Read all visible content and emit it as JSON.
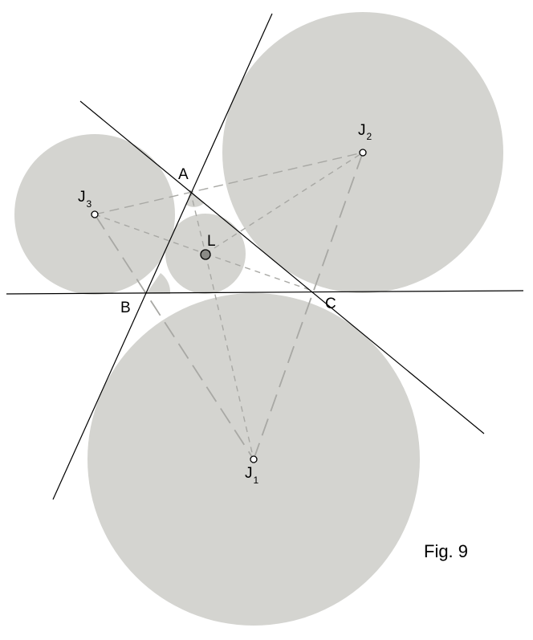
{
  "figure": {
    "caption": "Fig. 9",
    "colors": {
      "circle_fill": "#d4d4d0",
      "line": "#000000",
      "dashed": "#a8a8a4",
      "center_dot": "#8a8a86"
    },
    "points": {
      "A": "A",
      "B": "B",
      "C": "C",
      "L": "L"
    },
    "excenters": {
      "J1": {
        "base": "J",
        "sub": "1"
      },
      "J2": {
        "base": "J",
        "sub": "2"
      },
      "J3": {
        "base": "J",
        "sub": "3"
      }
    }
  }
}
